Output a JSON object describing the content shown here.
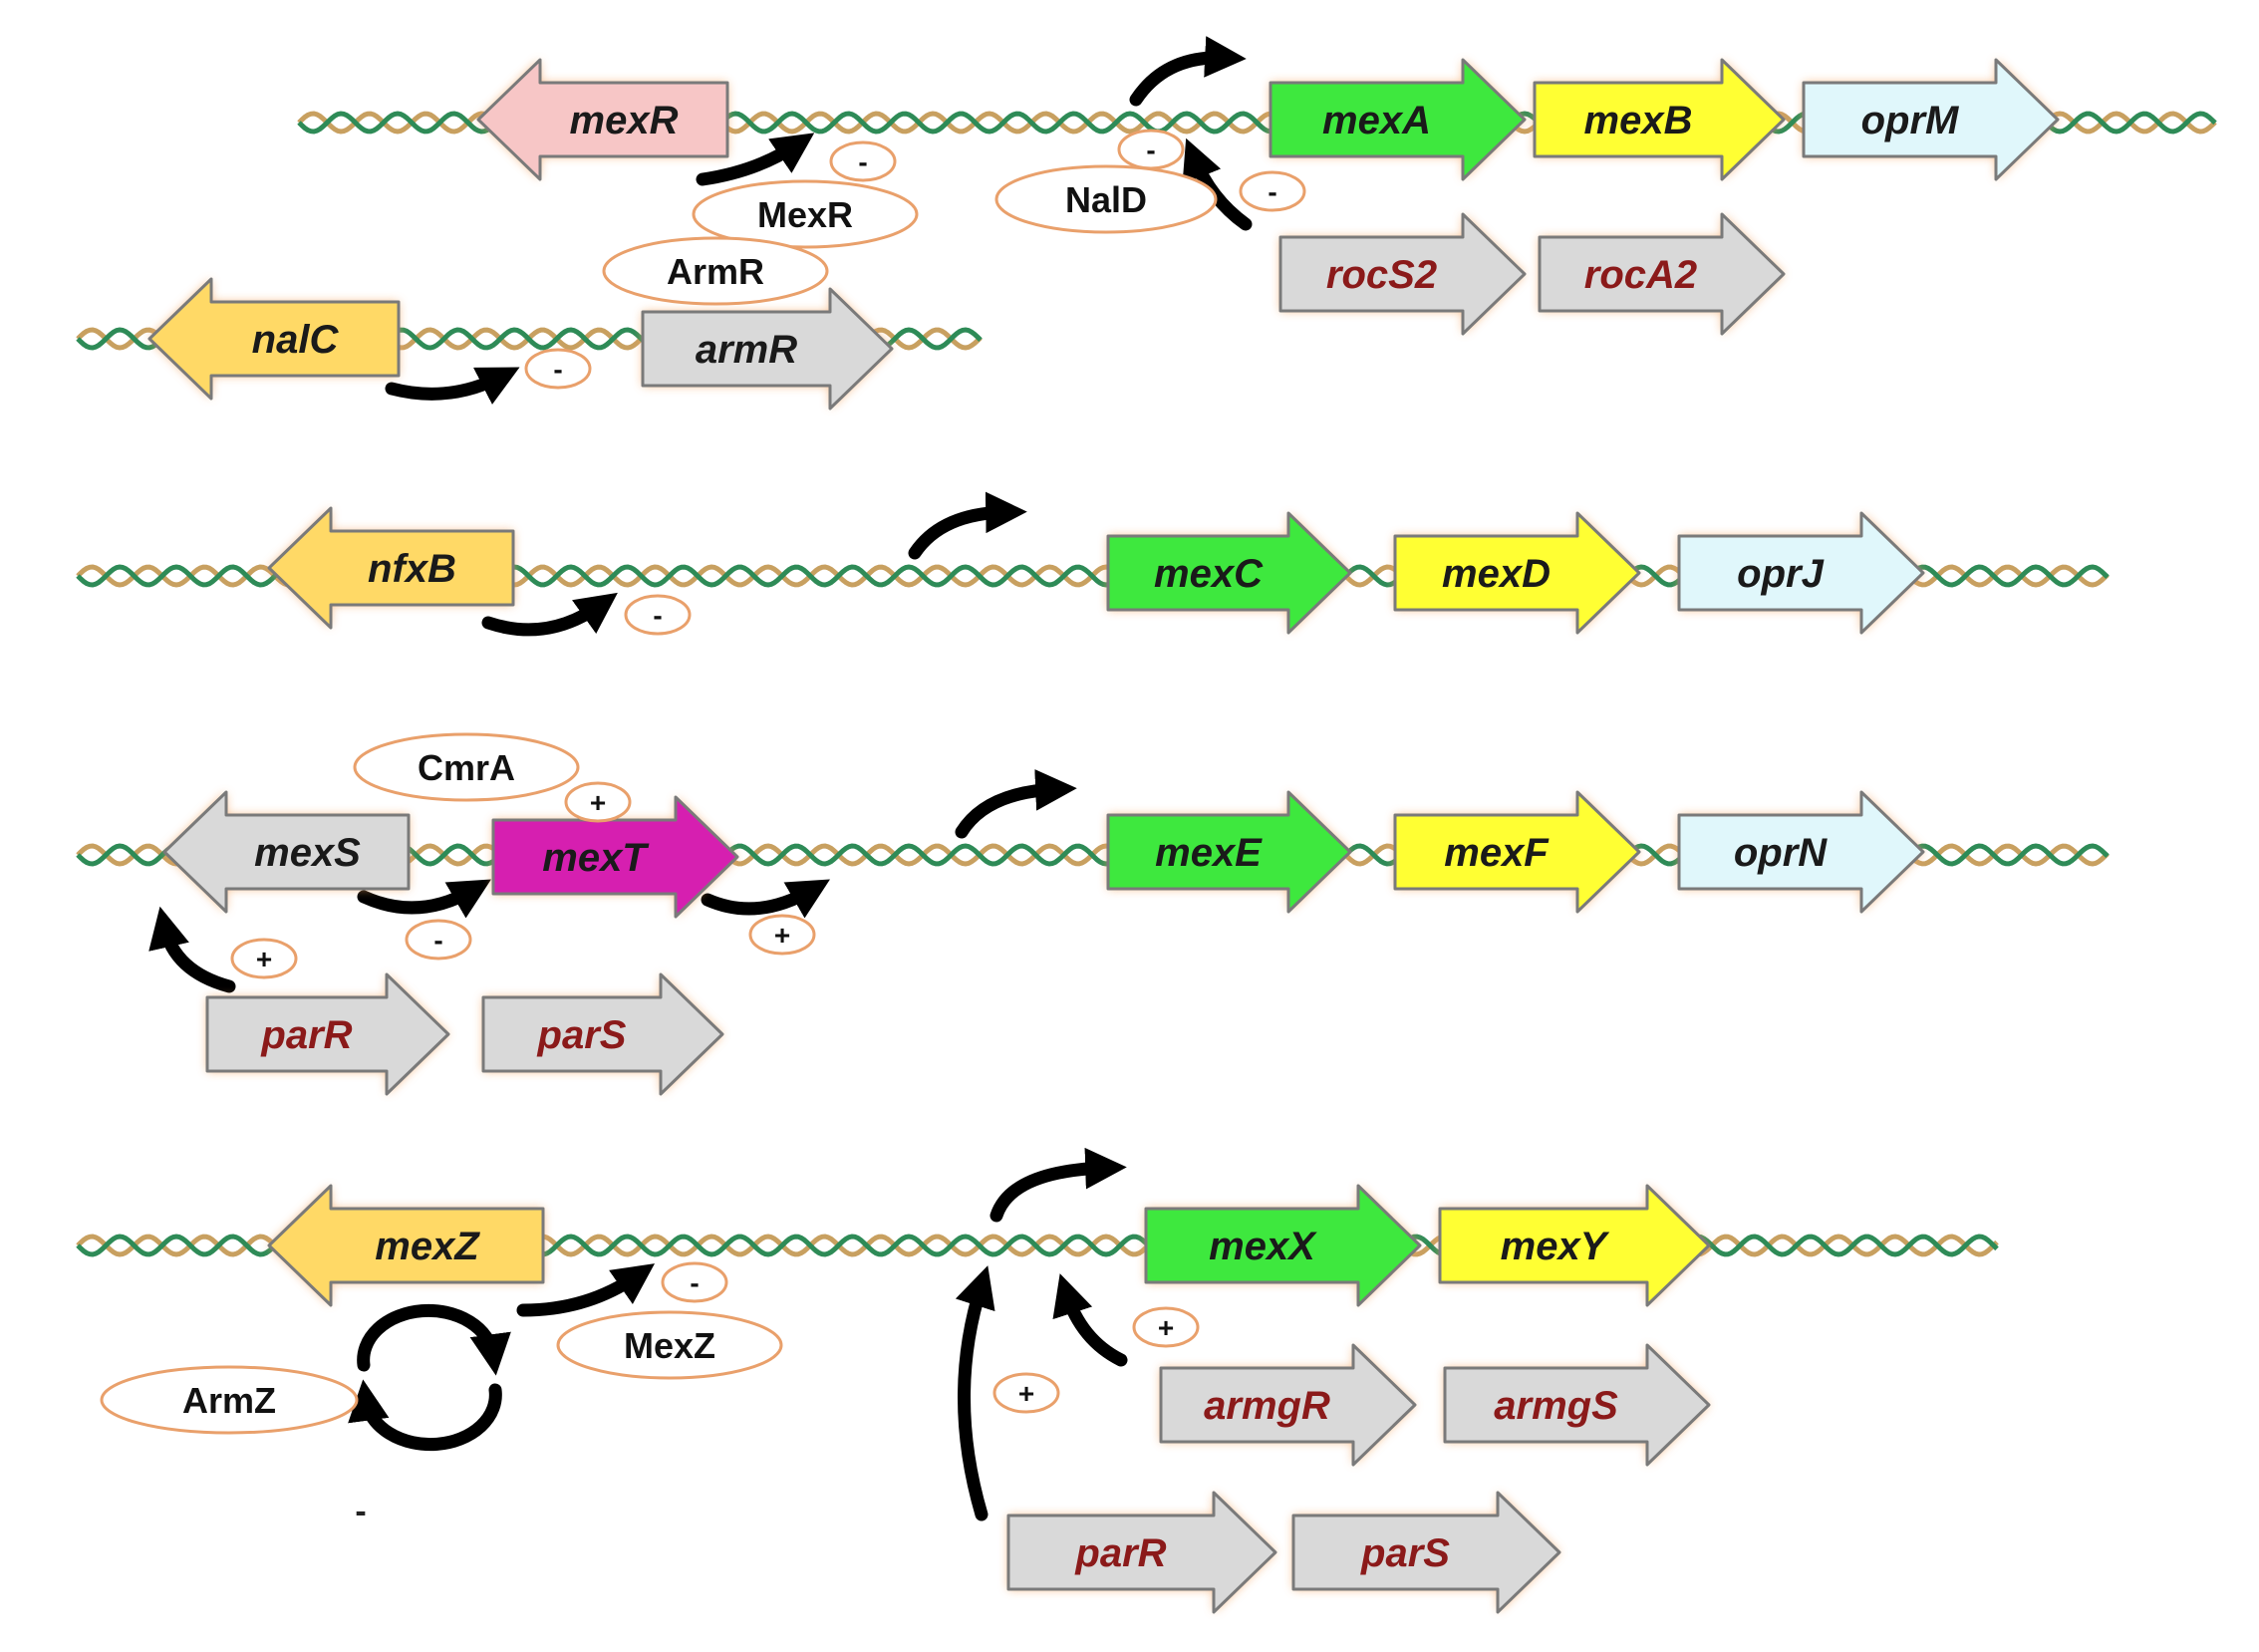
{
  "colors": {
    "helix_strand_a": "#2e8b57",
    "helix_strand_b": "#c8a060",
    "halo": "#f4a460",
    "arrow_black": "#000000",
    "label_dark": "#1a1a1a",
    "label_red": "#8b1a1a"
  },
  "genes": {
    "mexR": {
      "label": "mexR",
      "fill": "#f7c6c6"
    },
    "mexA": {
      "label": "mexA",
      "fill": "#3ee83e"
    },
    "mexB": {
      "label": "mexB",
      "fill": "#ffff33"
    },
    "oprM": {
      "label": "oprM",
      "fill": "#e0f7fb"
    },
    "rocS2": {
      "label": "rocS2",
      "fill": "#d9d9d9"
    },
    "rocA2": {
      "label": "rocA2",
      "fill": "#d9d9d9"
    },
    "nalC": {
      "label": "nalC",
      "fill": "#ffd966"
    },
    "armR": {
      "label": "armR",
      "fill": "#d9d9d9"
    },
    "nfxB": {
      "label": "nfxB",
      "fill": "#ffd966"
    },
    "mexC": {
      "label": "mexC",
      "fill": "#3ee83e"
    },
    "mexD": {
      "label": "mexD",
      "fill": "#ffff33"
    },
    "oprJ": {
      "label": "oprJ",
      "fill": "#e0f7fb"
    },
    "mexS": {
      "label": "mexS",
      "fill": "#d9d9d9"
    },
    "mexT": {
      "label": "mexT",
      "fill": "#d61fb0"
    },
    "mexE": {
      "label": "mexE",
      "fill": "#3ee83e"
    },
    "mexF": {
      "label": "mexF",
      "fill": "#ffff33"
    },
    "oprN": {
      "label": "oprN",
      "fill": "#e0f7fb"
    },
    "parR1": {
      "label": "parR",
      "fill": "#d9d9d9"
    },
    "parS1": {
      "label": "parS",
      "fill": "#d9d9d9"
    },
    "mexZ": {
      "label": "mexZ",
      "fill": "#ffd966"
    },
    "mexX": {
      "label": "mexX",
      "fill": "#3ee83e"
    },
    "mexY": {
      "label": "mexY",
      "fill": "#ffff33"
    },
    "armgR": {
      "label": "armgR",
      "fill": "#d9d9d9"
    },
    "armgS": {
      "label": "armgS",
      "fill": "#d9d9d9"
    },
    "parR2": {
      "label": "parR",
      "fill": "#d9d9d9"
    },
    "parS2": {
      "label": "parS",
      "fill": "#d9d9d9"
    }
  },
  "proteins": {
    "MexR": "MexR",
    "NalD": "NalD",
    "ArmR": "ArmR",
    "CmrA": "CmrA",
    "MexZ": "MexZ",
    "ArmZ": "ArmZ"
  },
  "signs": {
    "minus": "-",
    "plus": "+"
  },
  "stray_mark": "-"
}
